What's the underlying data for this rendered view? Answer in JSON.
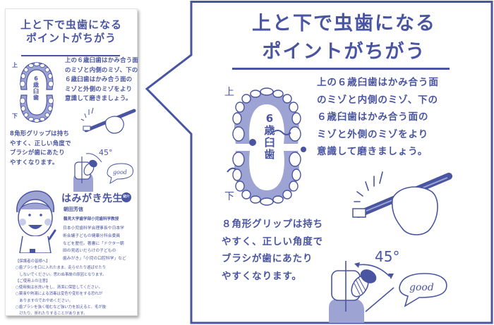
{
  "left_card": {
    "title_line1": "上と下で虫歯になる",
    "title_line2": "ポイントがちがう",
    "paragraph1": "上の６歳臼歯はかみ合う面\nのミゾと内側のミゾ、下の\n６歳臼歯はかみ合う面の\nミゾと外側のミゾをより\n意識して磨きましょう。",
    "label_upper": "上",
    "label_lower": "下",
    "molar_label": [
      "6",
      "歳",
      "臼",
      "歯"
    ],
    "paragraph2": "8角形グリップは持ち\nやすく、正しい角度で\nブラシが歯にあたり\nやすくなります。",
    "angle": "45°",
    "good_bubble": "good",
    "teacher": {
      "title": "はみがき先生",
      "badge": "紹介",
      "name": "朝田芳信",
      "affiliation": "鶴見大学歯学部小児歯科学教授",
      "bio": "日本小児歯科学会理事長や日本学\n術会議子どもの健康分科会委員\nなどを歴任。著書に「ドクター朝\n田の見逃いだらけの子どもの\n歯みがき」「小児の口腔科学」など"
    },
    "notes": "【保護者の皆様へ】\n○歯ブラシを口に入れたまま、走らせたり遊ばせたり\n　しないでください。思わぬ事故の原因となります。\n【ご使用上の注意】\n○使用後は水洗いをし、清潔に保管してください。\n○薬液や熱湯による消毒は変色や変形をする恐れが\n　ありますのでおやめください。\n○歯ブラシを強く噛むなど強い力を加えると、毛が抜\n　けたり、折れたりすることがあります。"
  },
  "callout": {
    "title_line1": "上と下で虫歯になる",
    "title_line2": "ポイントがちがう",
    "paragraph1": "上の６歳臼歯はかみ合う面\nのミゾと内側のミゾ、下の\n６歳臼歯はかみ合う面の\nミゾと外側のミゾをより\n意識して磨きましょう。",
    "label_upper": "上",
    "label_lower": "下",
    "molar_label": [
      "6",
      "歳",
      "臼",
      "歯"
    ],
    "paragraph2": "８角形グリップは持ち\nやすく、正しい角度で\nブラシが歯にあたり\nやすくなります。",
    "angle": "45°",
    "good_bubble": "good"
  },
  "colors": {
    "primary": "#4a55a2",
    "tint": "#9da3d2",
    "background": "#ffffff"
  }
}
